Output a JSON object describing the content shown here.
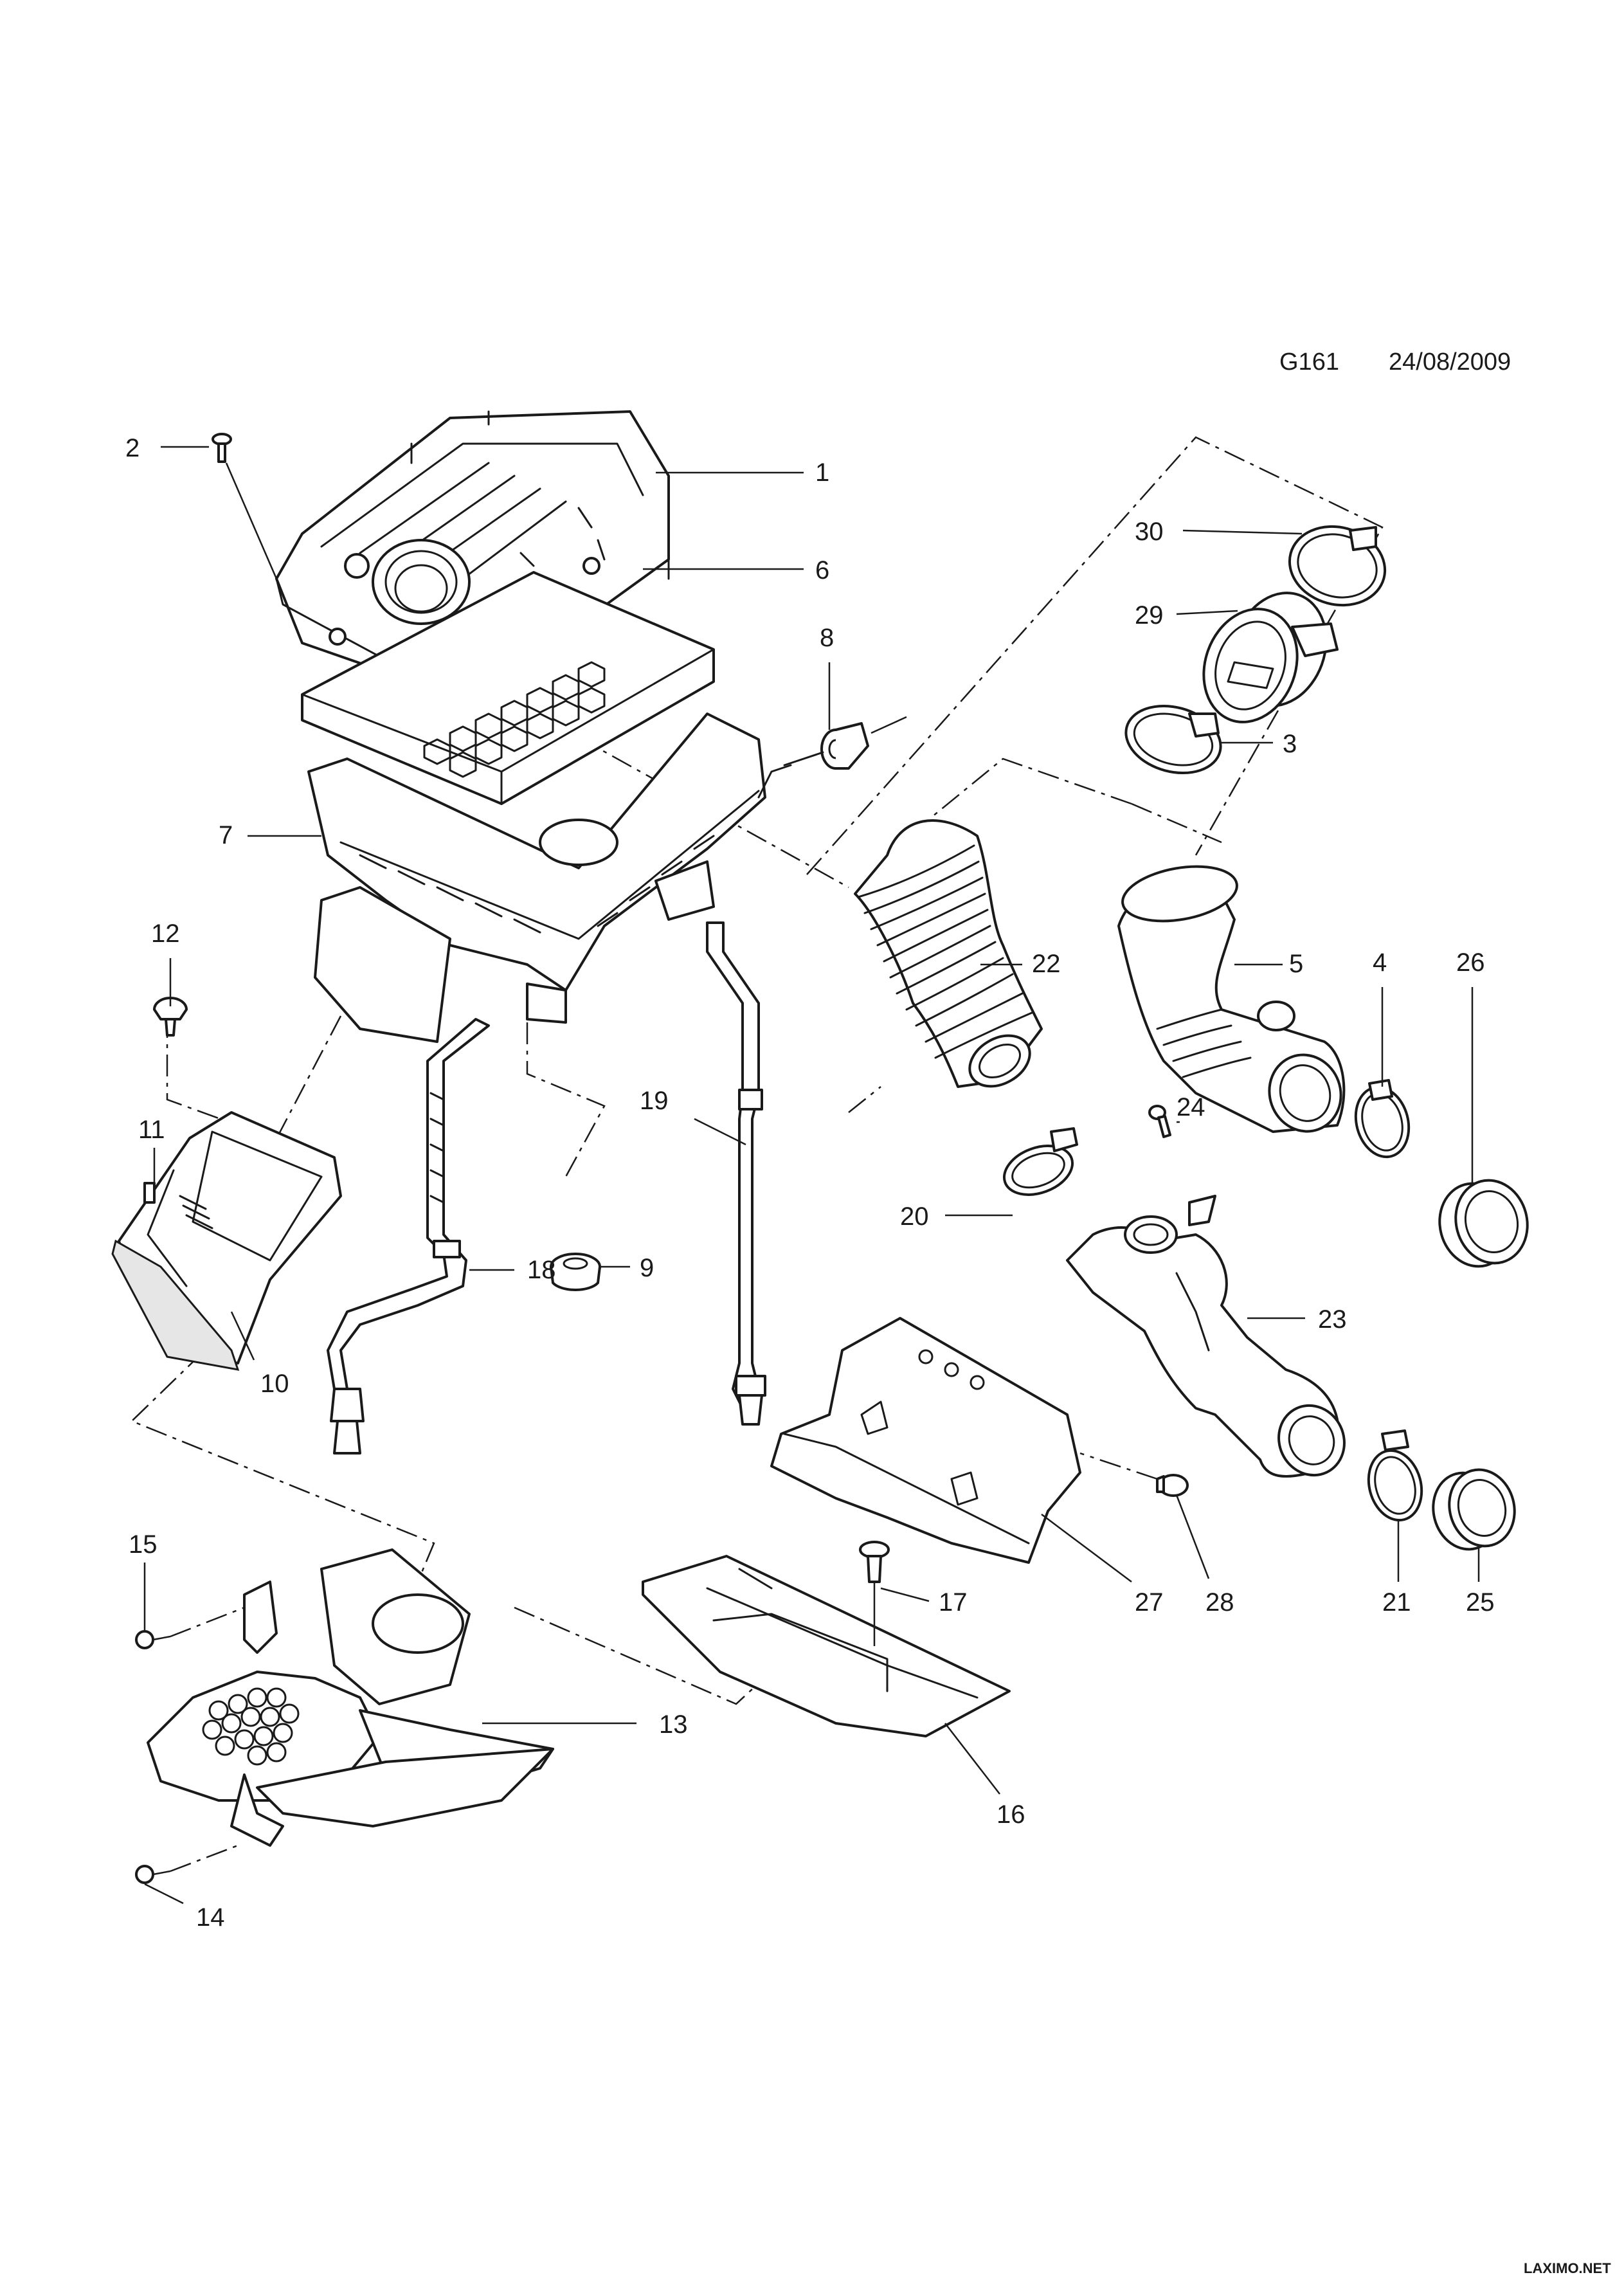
{
  "header": {
    "code": "G161",
    "date": "24/08/2009"
  },
  "watermark": "LAXIMO.NET",
  "callouts": [
    "1",
    "2",
    "3",
    "4",
    "5",
    "6",
    "7",
    "8",
    "9",
    "10",
    "11",
    "12",
    "13",
    "14",
    "15",
    "16",
    "17",
    "18",
    "19",
    "20",
    "21",
    "22",
    "23",
    "24",
    "25",
    "26",
    "27",
    "28",
    "29",
    "30"
  ],
  "icons": [
    "air-filter-cover",
    "fastener-screw",
    "clamp",
    "air-duct",
    "bellows-hose",
    "mass-air-flow-sensor",
    "vent-hose",
    "heat-shield",
    "push-clip",
    "grommet"
  ]
}
